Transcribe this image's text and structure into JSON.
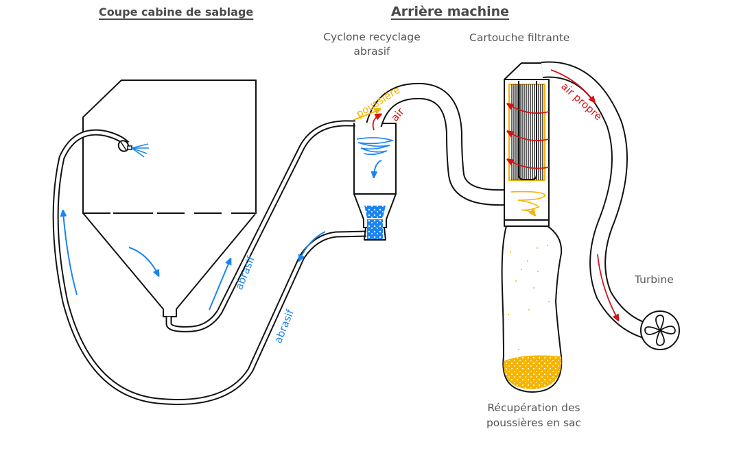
{
  "headings": {
    "cabin_section": "Coupe cabine de sablage",
    "machine_section": "Arrière machine"
  },
  "components": {
    "cyclone": "Cyclone recyclage abrasif",
    "cyclone_line1": "Cyclone recyclage",
    "cyclone_line2": "abrasif",
    "cartridge": "Cartouche filtrante",
    "turbine": "Turbine",
    "dust_bag_line1": "Récupération des",
    "dust_bag_line2": "poussières en sac"
  },
  "flow_labels": {
    "abrasive_up": "abrasif",
    "abrasive_down": "abrasif",
    "dust": "poussière",
    "air": "air",
    "clean_air": "air propre"
  },
  "colors": {
    "abrasive_flow": "#1a84f0",
    "air_flow": "#d41414",
    "dust_flow": "#f5b400",
    "outline": "#111111",
    "text": "#555555"
  }
}
